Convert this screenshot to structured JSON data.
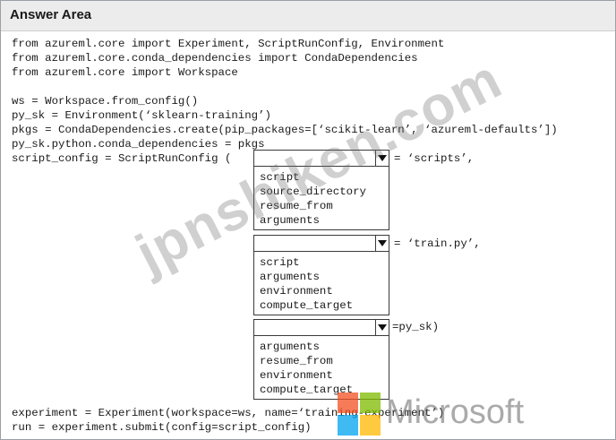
{
  "header": {
    "title": "Answer Area"
  },
  "code": {
    "line1": "from azureml.core import Experiment, ScriptRunConfig, Environment",
    "line2": "from azureml.core.conda_dependencies import CondaDependencies",
    "line3": "from azureml.core import Workspace",
    "line4": "ws = Workspace.from_config()",
    "line5": "py_sk = Environment(‘sklearn-training’)",
    "line6": "pkgs = CondaDependencies.create(pip_packages=[‘scikit-learn’, ‘azureml-defaults’])",
    "line7": "py_sk.python.conda_dependencies = pkgs",
    "line8": "script_config = ScriptRunConfig (",
    "line9": "experiment = Experiment(workspace=ws, name=‘training-experiment’)",
    "line10": "run = experiment.submit(config=script_config)"
  },
  "fragments": {
    "after_dropdown1": "= ‘scripts’,",
    "after_dropdown2": "= ‘train.py’,",
    "after_dropdown3": "=py_sk)"
  },
  "dropdowns": [
    {
      "selected": "",
      "options": [
        "script",
        "source_directory",
        "resume_from",
        "arguments"
      ]
    },
    {
      "selected": "",
      "options": [
        "script",
        "arguments",
        "environment",
        "compute_target"
      ]
    },
    {
      "selected": "",
      "options": [
        "arguments",
        "resume_from",
        "environment",
        "compute_target"
      ]
    }
  ],
  "watermark": {
    "text": "jpnshiken.com",
    "brand": "Microsoft",
    "logo_colors": [
      "#f25022",
      "#7fba00",
      "#00a4ef",
      "#ffb900"
    ]
  }
}
